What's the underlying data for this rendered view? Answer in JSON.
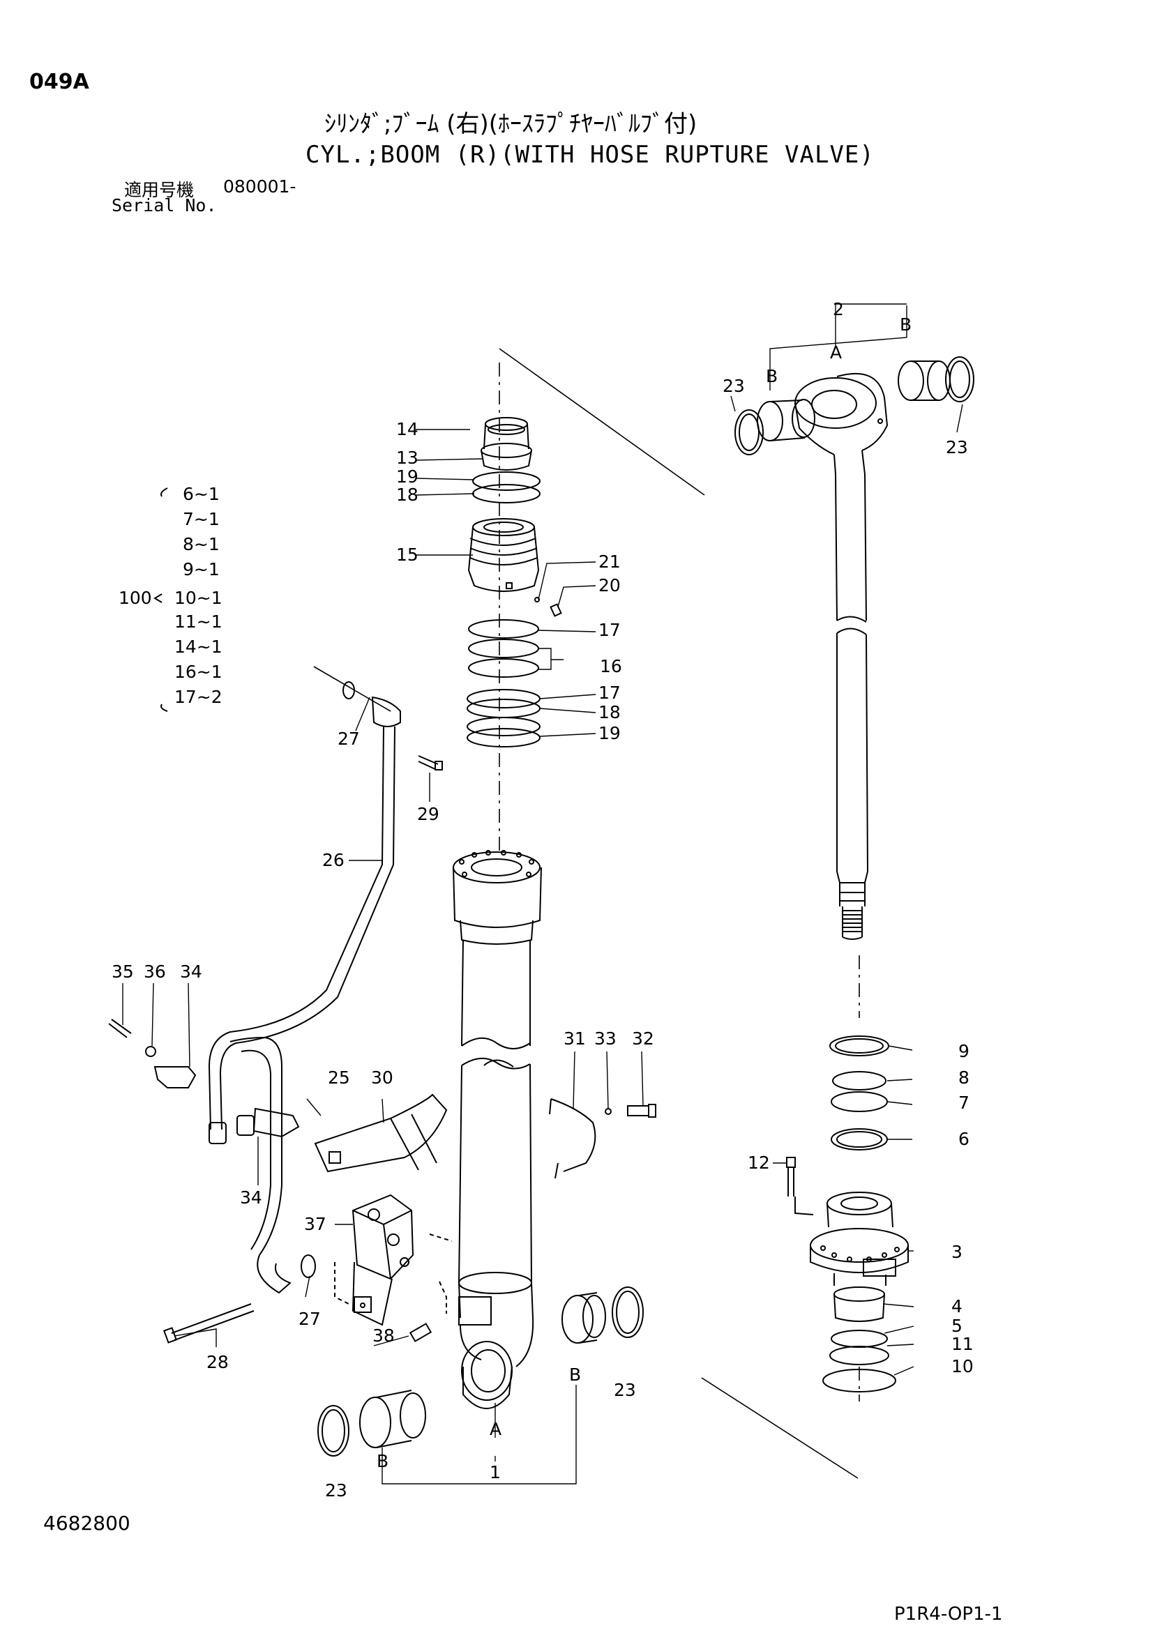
{
  "header": {
    "page_code": "049A",
    "title_jp": "ｼﾘﾝﾀﾞ;ﾌﾞｰﾑ (右)(ﾎｰｽﾗﾌﾟﾁﾔｰﾊﾞﾙﾌﾞ付)",
    "title_en": "CYL.;BOOM (R)(WITH HOSE RUPTURE VALVE)",
    "serial_label_jp": "適用号機",
    "serial_value": "080001-",
    "serial_label_en": "Serial No."
  },
  "kit": {
    "number": "100",
    "items": [
      "6~1",
      "7~1",
      "8~1",
      "9~1",
      "10~1",
      "11~1",
      "14~1",
      "16~1",
      "17~2"
    ]
  },
  "callouts": {
    "c1": "1",
    "c2": "2",
    "c3": "3",
    "c4": "4",
    "c5": "5",
    "c6": "6",
    "c7": "7",
    "c8": "8",
    "c9": "9",
    "c10": "10",
    "c11": "11",
    "c12": "12",
    "c13": "13",
    "c14": "14",
    "c15": "15",
    "c16": "16",
    "c17": "17",
    "c18": "18",
    "c19": "19",
    "c20": "20",
    "c21": "21",
    "c23": "23",
    "c25": "25",
    "c26": "26",
    "c27": "27",
    "c28": "28",
    "c29": "29",
    "c30": "30",
    "c31": "31",
    "c32": "32",
    "c33": "33",
    "c34": "34",
    "c35": "35",
    "c36": "36",
    "c37": "37",
    "c38": "38",
    "A": "A",
    "B": "B"
  },
  "footer": {
    "doc_number": "4682800",
    "page_ref": "P1R4-OP1-1"
  }
}
